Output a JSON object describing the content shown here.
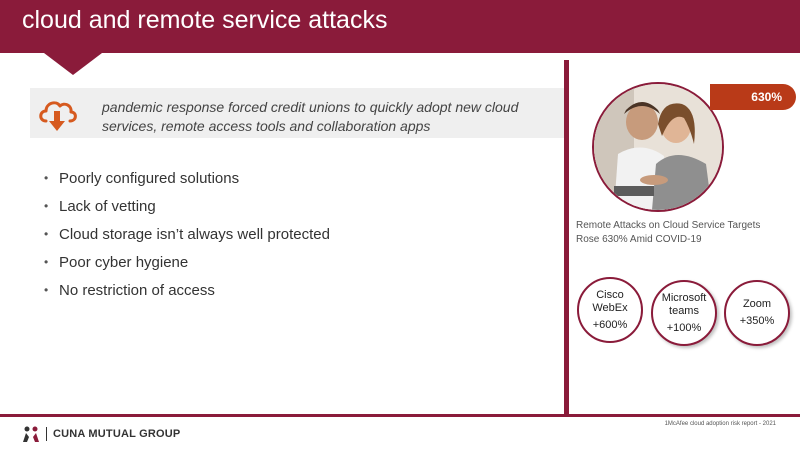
{
  "header": {
    "title": "cloud and remote service attacks"
  },
  "callout": {
    "icon": "cloud-download-icon",
    "text": "pandemic response forced credit unions to quickly adopt new cloud services, remote access tools and collaboration apps"
  },
  "bullets": [
    "Poorly configured solutions",
    "Lack of vetting",
    "Cloud storage isn’t always well protected",
    "Poor cyber hygiene",
    "No restriction of access"
  ],
  "stat": {
    "badge": "630%"
  },
  "caption": "Remote Attacks on Cloud Service Targets Rose 630% Amid COVID-19",
  "services": [
    {
      "name": "Cisco WebEx",
      "growth": "+600%"
    },
    {
      "name": "Microsoft teams",
      "growth": "+100%"
    },
    {
      "name": "Zoom",
      "growth": "+350%"
    }
  ],
  "footer": {
    "logo_text": "CUNA MUTUAL GROUP",
    "footnote": "1McAfee cloud adoption risk report - 2021"
  },
  "colors": {
    "brand": "#8a1b3a",
    "accent": "#b93a18",
    "panel": "#efefef"
  }
}
